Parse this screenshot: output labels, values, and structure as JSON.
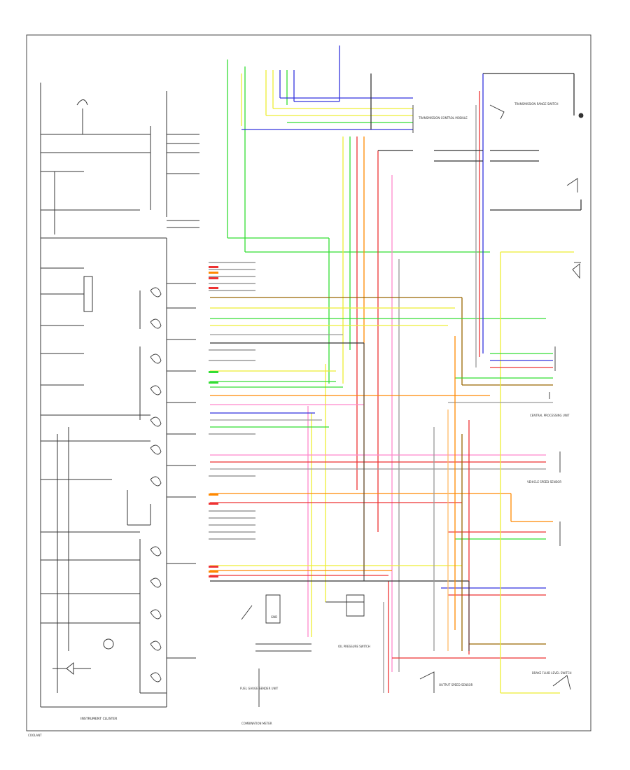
{
  "diagram": {
    "footer_caption": "INSTRUMENT CLUSTER",
    "corner_label": "COOLANT",
    "connector_labels": {
      "trans_top": "TRANSMISSION CONTROL MODULE",
      "trans_right": "TRANSMISSION RANGE SWITCH",
      "cluster_dimmer": "INSTRUMENT CLUSTER",
      "fuel_sender": "FUEL GAUGE SENDER UNIT",
      "ground_label": "GND",
      "oil_pressure": "OIL PRESSURE SWITCH",
      "bottom_center": "COMBINATION METER",
      "bottom_right": "OUTPUT SPEED SENSOR",
      "central_processing": "CENTRAL PROCESSING UNIT",
      "vss": "VEHICLE SPEED SENSOR",
      "brake_fluid": "BRAKE FLUID LEVEL SWITCH"
    },
    "colors": {
      "green": "#33dd33",
      "yellow": "#eeee33",
      "blue": "#3333dd",
      "red": "#ee3333",
      "orange": "#ff8800",
      "brown": "#996600",
      "pink": "#ff88cc",
      "gray": "#999999",
      "black": "#333333"
    }
  }
}
